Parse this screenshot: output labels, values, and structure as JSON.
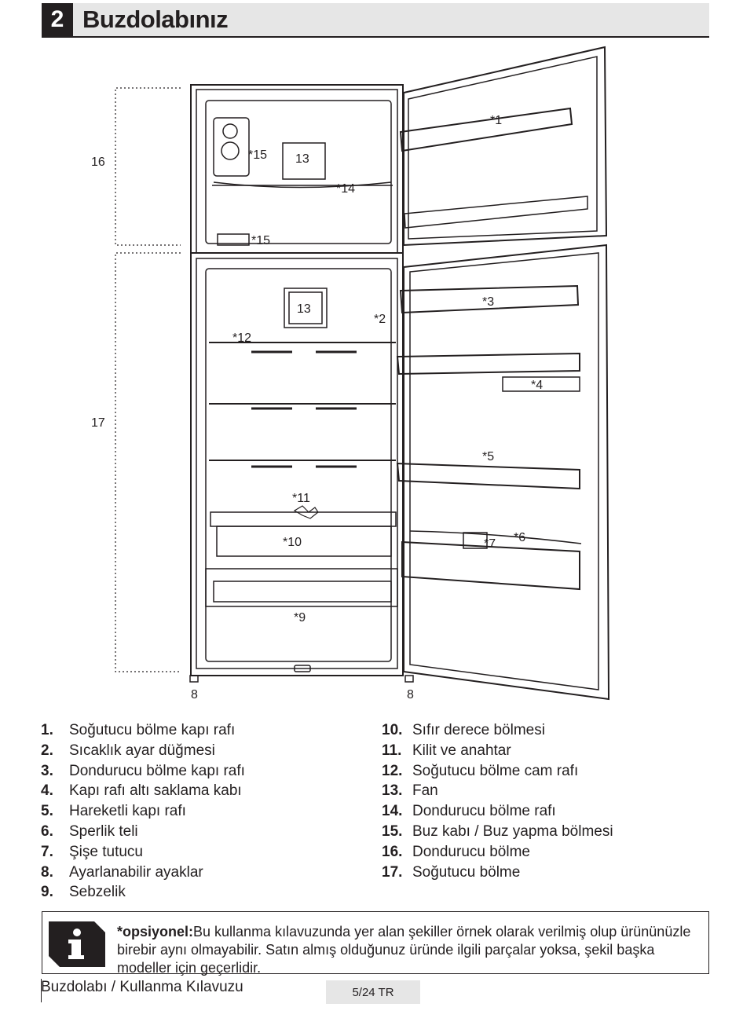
{
  "header": {
    "section_number": "2",
    "title": "Buzdolabınız"
  },
  "diagram_labels": {
    "l1": "*1",
    "l2": "*2",
    "l3": "*3",
    "l4": "*4",
    "l5": "*5",
    "l6": "*6",
    "l7": "*7",
    "l8a": "8",
    "l8b": "8",
    "l9": "*9",
    "l10": "*10",
    "l11": "*11",
    "l12": "*12",
    "l13a": "13",
    "l13b": "13",
    "l14": "*14",
    "l15a": "*15",
    "l15b": "*15",
    "l16": "16",
    "l17": "17"
  },
  "legend_left": [
    {
      "num": "1.",
      "text": "Soğutucu bölme kapı rafı"
    },
    {
      "num": "2.",
      "text": "Sıcaklık ayar düğmesi"
    },
    {
      "num": "3.",
      "text": "Dondurucu bölme kapı rafı"
    },
    {
      "num": "4.",
      "text": "Kapı rafı altı saklama kabı"
    },
    {
      "num": "5.",
      "text": "Hareketli kapı rafı"
    },
    {
      "num": "6.",
      "text": "Sperlik teli"
    },
    {
      "num": "7.",
      "text": "Şişe tutucu"
    },
    {
      "num": "8.",
      "text": "Ayarlanabilir ayaklar"
    },
    {
      "num": "9.",
      "text": "Sebzelik"
    }
  ],
  "legend_right": [
    {
      "num": "10.",
      "text": "Sıfır derece bölmesi"
    },
    {
      "num": "11.",
      "text": "Kilit ve anahtar"
    },
    {
      "num": "12.",
      "text": "Soğutucu bölme cam rafı"
    },
    {
      "num": "13.",
      "text": "Fan"
    },
    {
      "num": "14.",
      "text": "Dondurucu bölme rafı"
    },
    {
      "num": "15.",
      "text": "Buz kabı / Buz yapma bölmesi"
    },
    {
      "num": "16.",
      "text": "Dondurucu bölme"
    },
    {
      "num": "17.",
      "text": "Soğutucu bölme"
    }
  ],
  "note": {
    "bold": "*opsiyonel:",
    "text": "Bu kullanma kılavuzunda yer alan şekiller örnek olarak verilmiş olup ürününüzle birebir aynı olmayabilir. Satın almış olduğunuz üründe ilgili parçalar yoksa, şekil  başka modeller için geçerlidir.",
    "icon": "info-icon"
  },
  "footer": {
    "manual_title": "Buzdolabı / Kullanma Kılavuzu",
    "page": "5/24 TR"
  }
}
